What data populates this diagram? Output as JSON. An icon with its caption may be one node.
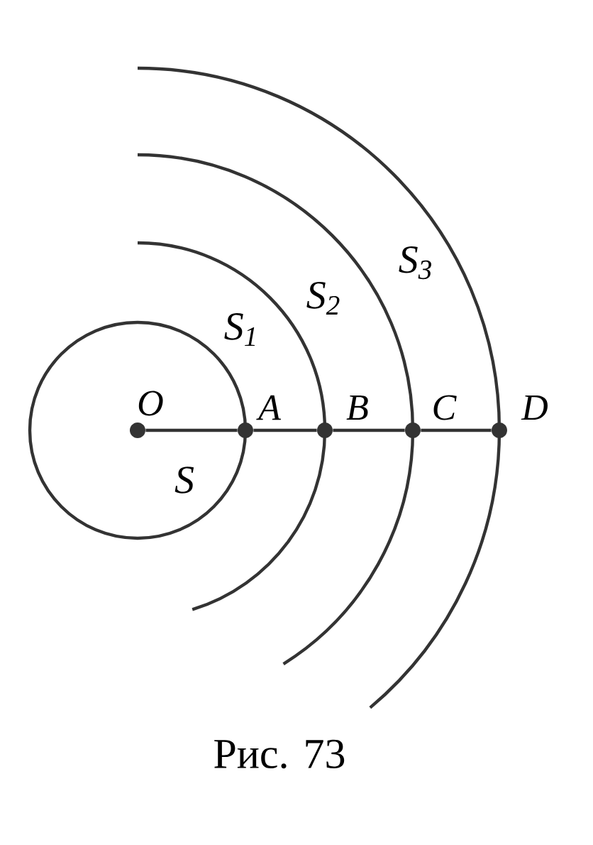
{
  "diagram": {
    "caption": "Рис. 73",
    "nodes": [
      {
        "text": [],
        "shape": "circle",
        "beside": [
          "O"
        ]
      },
      {
        "text": [],
        "shape": "circle",
        "beside": [
          "A"
        ]
      },
      {
        "text": [],
        "shape": "circle",
        "beside": [
          "B"
        ]
      },
      {
        "text": [],
        "shape": "circle",
        "beside": [
          "C"
        ]
      },
      {
        "text": [],
        "shape": "circle",
        "beside": [
          "D"
        ]
      }
    ],
    "edges": [
      {
        "from": 0,
        "to": 1,
        "arrow": "none"
      },
      {
        "from": 1,
        "to": 2,
        "arrow": "none"
      },
      {
        "from": 2,
        "to": 3,
        "arrow": "none"
      },
      {
        "from": 3,
        "to": 4,
        "arrow": "none"
      }
    ],
    "labels": [
      "S",
      "S$_{1}$",
      "S$_{2}$",
      "S$_{3}$"
    ]
  }
}
